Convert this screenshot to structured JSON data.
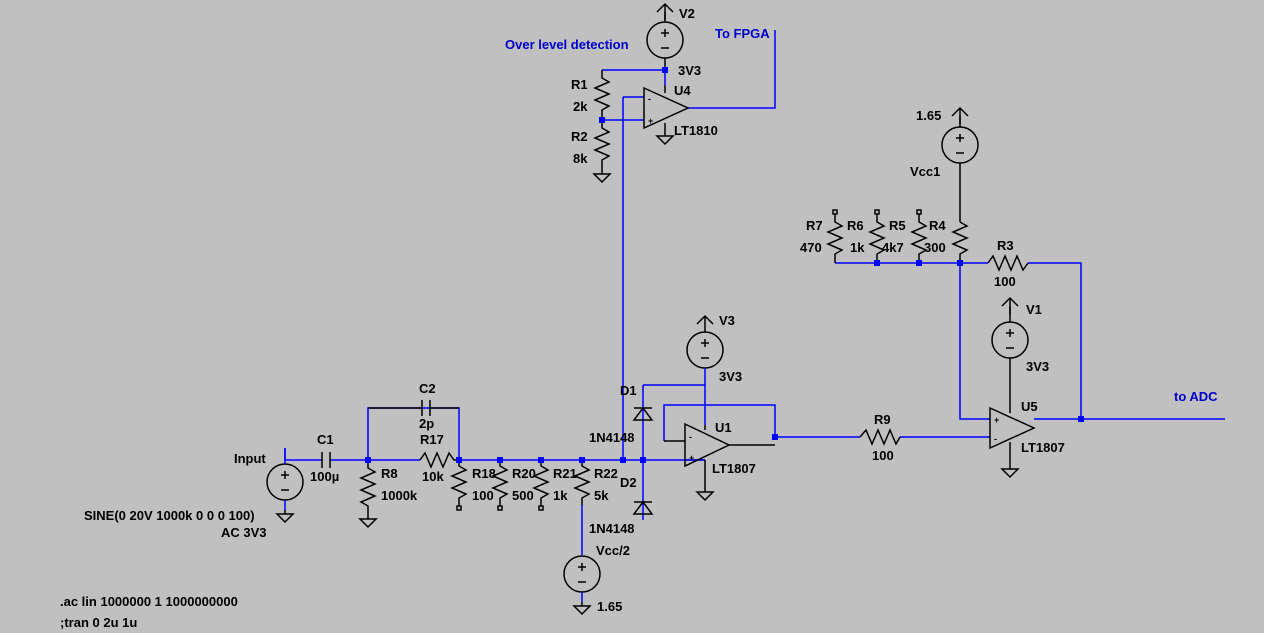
{
  "labels": {
    "over_level": "Over level detection",
    "to_fpga": "To FPGA",
    "to_adc": "to ADC"
  },
  "directives": {
    "ac": ".ac lin 1000000 1 1000000000",
    "tran": ";tran 0 2u 1u"
  },
  "sources": {
    "v2": {
      "name": "V2",
      "value": "3V3"
    },
    "v3": {
      "name": "V3",
      "value": "3V3"
    },
    "v1": {
      "name": "V1",
      "value": "3V3"
    },
    "vcc1": {
      "name": "Vcc1",
      "value": "1.65"
    },
    "vcc2": {
      "name": "Vcc/2",
      "value": "1.65"
    },
    "input": {
      "name": "Input",
      "value": "SINE(0 20V 1000k 0 0 0 100)",
      "ac": "AC 3V3"
    }
  },
  "resistors": {
    "r1": {
      "name": "R1",
      "value": "2k"
    },
    "r2": {
      "name": "R2",
      "value": "8k"
    },
    "r3": {
      "name": "R3",
      "value": "100"
    },
    "r4": {
      "name": "R4",
      "value": "300"
    },
    "r5": {
      "name": "R5",
      "value": "4k7"
    },
    "r6": {
      "name": "R6",
      "value": "1k"
    },
    "r7": {
      "name": "R7",
      "value": "470"
    },
    "r8": {
      "name": "R8",
      "value": "1000k"
    },
    "r9": {
      "name": "R9",
      "value": "100"
    },
    "r17": {
      "name": "R17",
      "value": "10k"
    },
    "r18": {
      "name": "R18",
      "value": "100"
    },
    "r20": {
      "name": "R20",
      "value": "500"
    },
    "r21": {
      "name": "R21",
      "value": "1k"
    },
    "r22": {
      "name": "R22",
      "value": "5k"
    }
  },
  "capacitors": {
    "c1": {
      "name": "C1",
      "value": "100µ"
    },
    "c2": {
      "name": "C2",
      "value": "2p"
    }
  },
  "diodes": {
    "d1": {
      "name": "D1",
      "value": "1N4148"
    },
    "d2": {
      "name": "D2",
      "value": "1N4148"
    }
  },
  "opamps": {
    "u1": {
      "name": "U1",
      "value": "LT1807"
    },
    "u4": {
      "name": "U4",
      "value": "LT1810"
    },
    "u5": {
      "name": "U5",
      "value": "LT1807"
    }
  },
  "pin_marks": {
    "plus": "+",
    "minus": "-"
  }
}
